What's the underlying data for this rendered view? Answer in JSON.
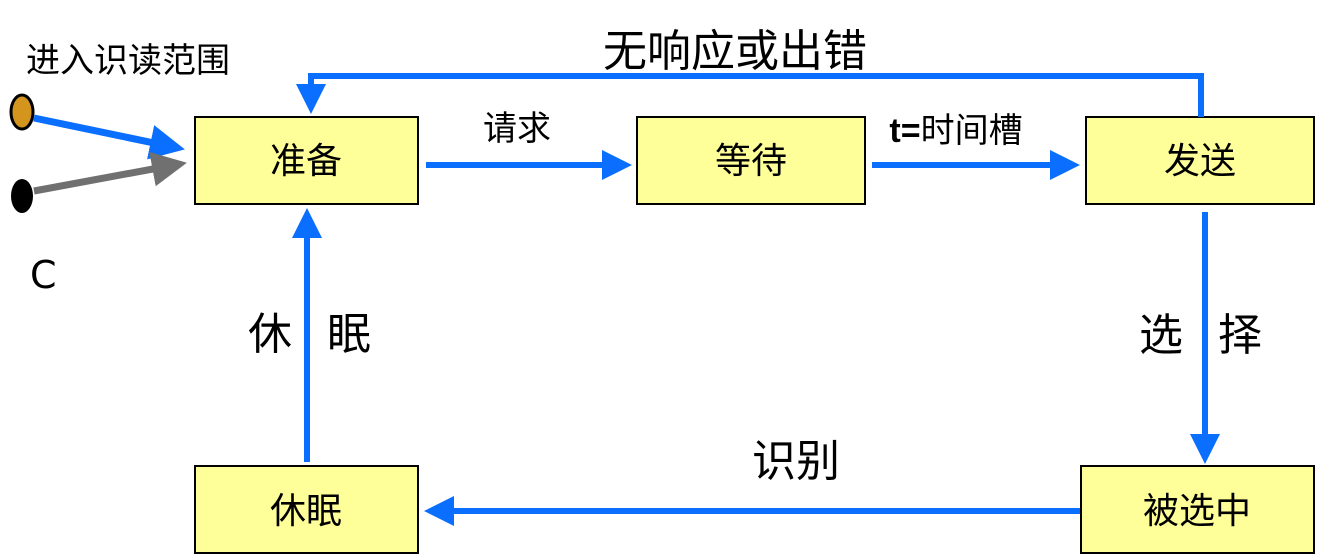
{
  "colors": {
    "state_fill": "#FFFF99",
    "state_border": "#000000",
    "arrow_blue": "#0A6EFF",
    "arrow_gray": "#707070",
    "dot_gold": "#D4951E",
    "dot_black": "#000000"
  },
  "legend": {
    "enter_range_label": "进入识读范围",
    "hollow_marker": "C"
  },
  "states": {
    "ready": "准备",
    "wait": "等待",
    "send": "发送",
    "sleep": "休眠",
    "selected": "被选中"
  },
  "edges": {
    "request": "请求",
    "slot_prefix": "t=",
    "slot_rest": "时间槽",
    "timeout": "无响应或出错",
    "select_a": "选",
    "select_b": "择",
    "identify": "识别",
    "sleep_a": "休",
    "sleep_b": "眠"
  }
}
